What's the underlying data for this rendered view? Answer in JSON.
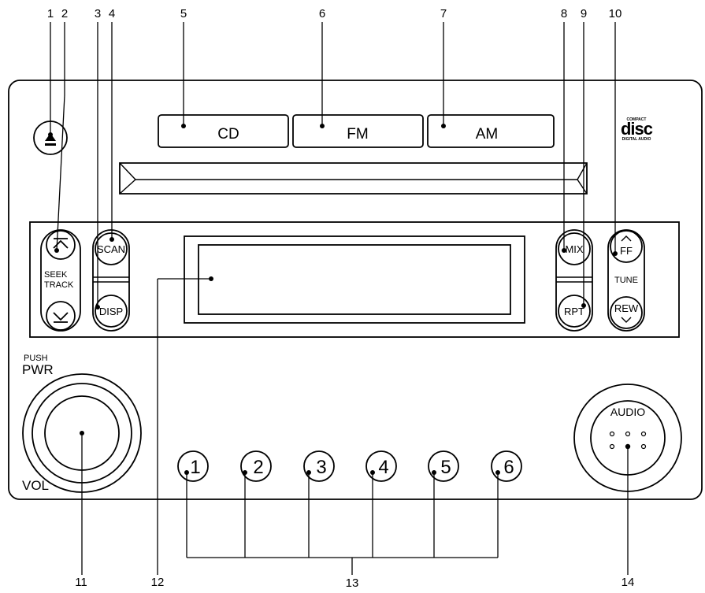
{
  "callouts": [
    "1",
    "2",
    "3",
    "4",
    "5",
    "6",
    "7",
    "8",
    "9",
    "10",
    "11",
    "12",
    "13",
    "14"
  ],
  "mode_buttons": {
    "cd": "CD",
    "fm": "FM",
    "am": "AM"
  },
  "logo": {
    "line1": "COMPACT",
    "line2": "disc",
    "line3": "DIGITAL AUDIO"
  },
  "seek_track": {
    "line1": "SEEK",
    "line2": "TRACK"
  },
  "buttons": {
    "scan": "SCAN",
    "disp": "DISP",
    "mix": "MIX",
    "rpt": "RPT",
    "ff": "FF",
    "rew": "REW",
    "tune": "TUNE"
  },
  "knobs": {
    "push": "PUSH",
    "pwr": "PWR",
    "vol": "VOL",
    "audio": "AUDIO"
  },
  "presets": [
    "1",
    "2",
    "3",
    "4",
    "5",
    "6"
  ]
}
